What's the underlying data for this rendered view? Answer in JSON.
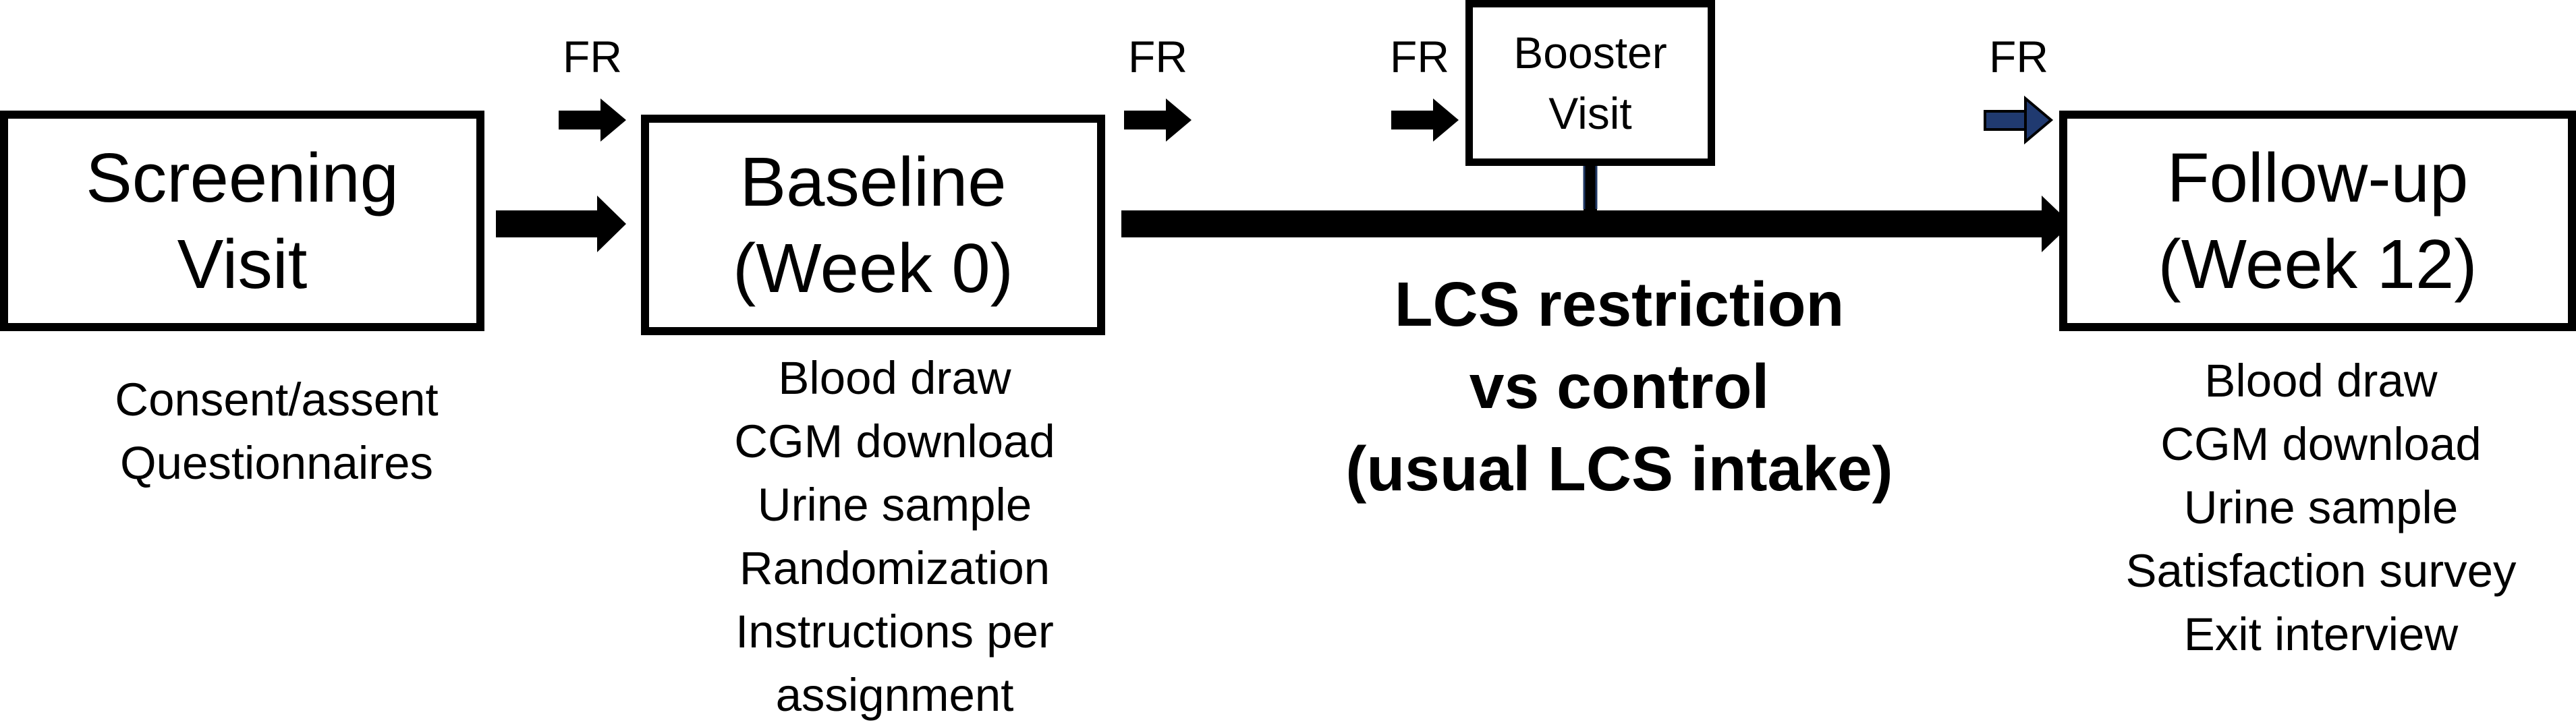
{
  "boxes": {
    "screening": {
      "line1": "Screening",
      "line2": "Visit"
    },
    "baseline": {
      "line1": "Baseline",
      "line2": "(Week 0)"
    },
    "booster": {
      "line1": "Booster",
      "line2": "Visit"
    },
    "followup": {
      "line1": "Follow-up",
      "line2": "(Week 12)"
    }
  },
  "fr_label": "FR",
  "screening_items": [
    "Consent/assent",
    "Questionnaires"
  ],
  "baseline_items": [
    "Blood draw",
    "CGM download",
    "Urine sample",
    "Randomization",
    "Instructions per",
    "assignment"
  ],
  "intervention_label": [
    "LCS restriction",
    "vs control",
    "(usual LCS intake)"
  ],
  "followup_items": [
    "Blood draw",
    "CGM download",
    "Urine sample",
    "Satisfaction survey",
    "Exit interview"
  ],
  "colors": {
    "line": "#000000",
    "fr_arrow_last_fill": "#203a70",
    "booster_connector": "#1f3864"
  }
}
